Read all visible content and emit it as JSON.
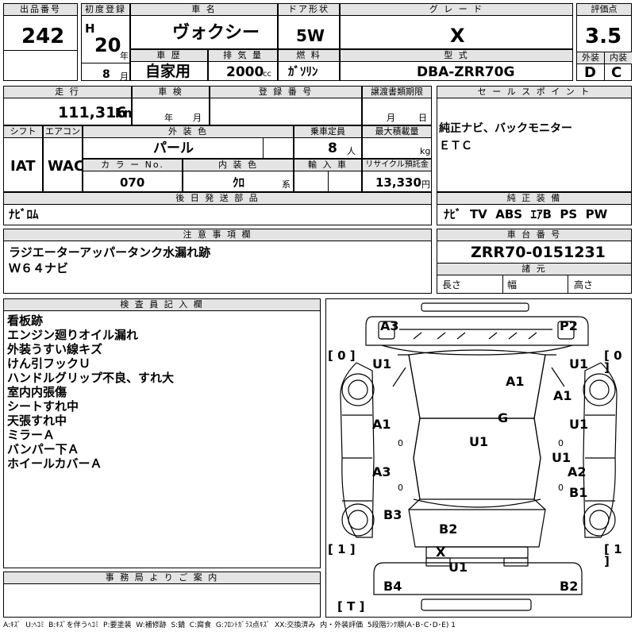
{
  "header": {
    "lot_no_label": "出品番号",
    "lot_no": "242",
    "first_reg_label": "初度登録",
    "era": "H",
    "year": "20",
    "year_unit": "年",
    "month": "8",
    "month_unit": "月",
    "car_name_label": "車 名",
    "car_name": "ヴォクシー",
    "door_label": "ドア形状",
    "door": "5W",
    "grade_label": "グ レ ー ド",
    "grade": "X",
    "score_label": "評価点",
    "score": "3.5",
    "exterior_label": "外装",
    "exterior_grade": "D",
    "interior_label": "内装",
    "interior_grade": "C",
    "history_label": "車 歴",
    "history": "自家用",
    "displacement_label": "排 気 量",
    "displacement": "2000",
    "displacement_unit": "cc",
    "fuel_label": "燃 料",
    "fuel": "ｶﾞｿﾘﾝ",
    "model_label": "型 式",
    "model": "DBA-ZRR70G"
  },
  "row2": {
    "mileage_label": "走 行",
    "mileage": "111,316",
    "mileage_unit": "km",
    "inspection_label": "車 検",
    "inspection_year_unit": "年",
    "inspection_month_unit": "月",
    "reg_no_label": "登 録 番 号",
    "transfer_label": "譲渡書類期限",
    "transfer_month_unit": "月",
    "transfer_day_unit": "日",
    "shift_label": "シフト",
    "shift": "IAT",
    "ac_label": "エアコン",
    "ac": "WAC",
    "color_label": "外 装 色",
    "color": "パール",
    "capacity_label": "乗車定員",
    "capacity": "8",
    "capacity_unit": "人",
    "max_load_label": "最大積載量",
    "max_load_unit": "kg",
    "color_no_label": "カ ラ ー No.",
    "color_no": "070",
    "int_color_label": "内 装 色",
    "int_color": "ｸﾛ",
    "int_color_unit": "系",
    "import_label": "輸 入 車",
    "recycle_label": "リサイクル預託金",
    "recycle": "13,330",
    "recycle_unit": "円",
    "later_parts_label": "後 日 発 送 部 品",
    "later_parts": "ﾅﾋﾞﾛﾑ"
  },
  "sales": {
    "label": "セ ー ル ス ポ イ ン ト",
    "lines": [
      "純正ナビ、バックモニター",
      "ＥＴＣ"
    ]
  },
  "equipment": {
    "label": "純 正 装 備",
    "items": "ﾅﾋﾞ  TV  ABS  ｴｱB  PS  PW"
  },
  "notes": {
    "label": "注 意 事 項 欄",
    "lines": [
      "ラジエーターアッパータンク水漏れ跡",
      "Ｗ６４ナビ"
    ]
  },
  "chassis": {
    "label": "車 台 番 号",
    "number": "ZRR70-0151231",
    "dims_label": "諸 元",
    "length_label": "長さ",
    "width_label": "幅",
    "height_label": "高さ"
  },
  "inspector": {
    "label": "検 査 員 記 入 欄",
    "lines": [
      "看板跡",
      "エンジン廻りオイル漏れ",
      "外装うすい線キズ",
      "けん引フックＵ",
      "ハンドルグリップ不良、すれ大",
      "室内内張傷",
      "シートすれ中",
      "天張すれ中",
      "ミラーＡ",
      "バンパー下Ａ",
      "ホイールカバーＡ"
    ]
  },
  "office": {
    "label": "事 務 局 よ り ご 案 内"
  },
  "map": {
    "marks": [
      "A3",
      "P2",
      "U1",
      "U1",
      "A1",
      "A1",
      "G",
      "A1",
      "U1",
      "U1",
      "U1",
      "A3",
      "A2",
      "B1",
      "B3",
      "B2",
      "X",
      "U1",
      "B4",
      "B2"
    ],
    "brackets": [
      "[ 0 ]",
      "[ 0 ]",
      "[ 1 ]",
      "[ 1 ]",
      "[ T ]"
    ],
    "small": [
      "0",
      "0",
      "0",
      "0"
    ]
  },
  "legend": "A:ｷｽﾞ  U:ﾍｺﾐ  B:ｷｽﾞを伴うﾍｺﾐ  P:要塗装  W:補修跡  S:錆  C:腐食  G:ﾌﾛﾝﾄｶﾞﾗｽ点ｷｽﾞ  XX:交換済み  内・外装評価  5段階ﾗﾝｸ順(A･B･C･D･E) 1"
}
